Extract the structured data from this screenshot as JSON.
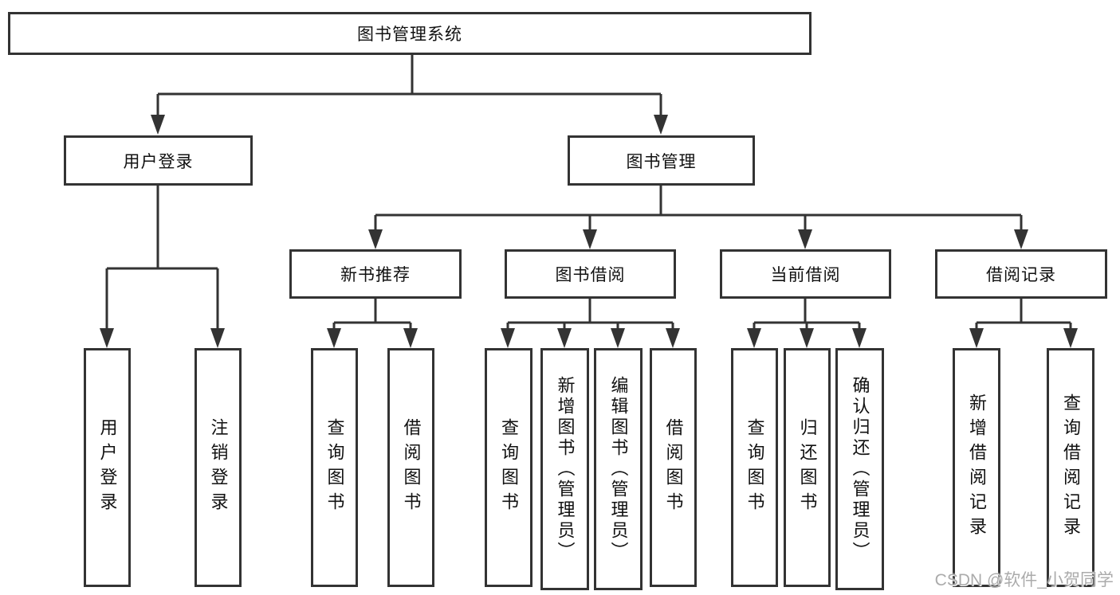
{
  "nodes": {
    "root": {
      "label": "图书管理系统"
    },
    "user_login": {
      "label": "用户登录"
    },
    "book_mgmt": {
      "label": "图书管理"
    },
    "new_book_rec": {
      "label": "新书推荐"
    },
    "book_borrow": {
      "label": "图书借阅"
    },
    "current_borrow": {
      "label": "当前借阅"
    },
    "borrow_records": {
      "label": "借阅记录"
    },
    "leaf_user_login": {
      "label": "用户登录"
    },
    "leaf_logout": {
      "label": "注销登录"
    },
    "leaf_query_book_1": {
      "label": "查询图书"
    },
    "leaf_borrow_book_1": {
      "label": "借阅图书"
    },
    "leaf_query_book_2": {
      "label": "查询图书"
    },
    "leaf_add_book": {
      "label": "新增图书（管理员）"
    },
    "leaf_edit_book": {
      "label": "编辑图书（管理员）"
    },
    "leaf_borrow_book_2": {
      "label": "借阅图书"
    },
    "leaf_query_book_3": {
      "label": "查询图书"
    },
    "leaf_return_book": {
      "label": "归还图书"
    },
    "leaf_confirm_return": {
      "label": "确认归还（管理员）"
    },
    "leaf_add_borrow_record": {
      "label": "新增借阅记录"
    },
    "leaf_query_borrow_record": {
      "label": "查询借阅记录"
    }
  },
  "hierarchy": {
    "图书管理系统": [
      "用户登录",
      "图书管理"
    ],
    "用户登录": [
      "用户登录",
      "注销登录"
    ],
    "图书管理": [
      "新书推荐",
      "图书借阅",
      "当前借阅",
      "借阅记录"
    ],
    "新书推荐": [
      "查询图书",
      "借阅图书"
    ],
    "图书借阅": [
      "查询图书",
      "新增图书（管理员）",
      "编辑图书（管理员）",
      "借阅图书"
    ],
    "当前借阅": [
      "查询图书",
      "归还图书",
      "确认归还（管理员）"
    ],
    "借阅记录": [
      "新增借阅记录",
      "查询借阅记录"
    ]
  },
  "watermark": {
    "text": "CSDN @软件_小贺同学"
  },
  "colors": {
    "line": "#333333",
    "text": "#111111",
    "watermark": "#ababab",
    "background": "#ffffff"
  }
}
